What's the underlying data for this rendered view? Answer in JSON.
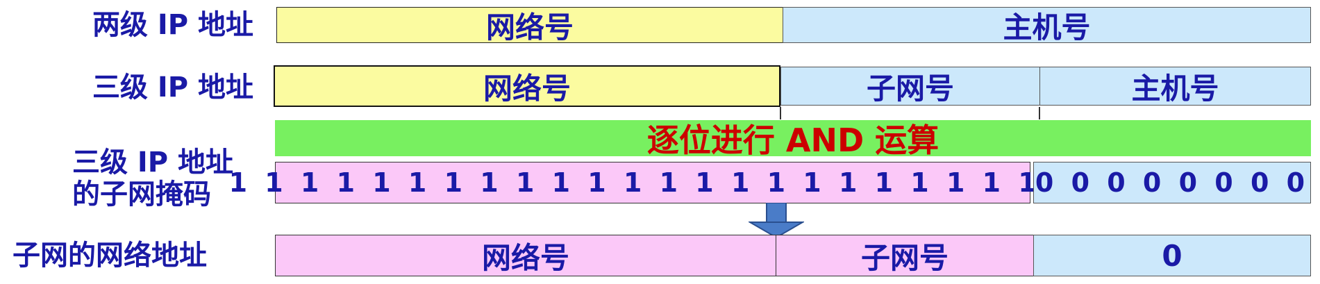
{
  "rows": {
    "two_level": {
      "label": "两级 IP 地址",
      "network": "网络号",
      "host": "主机号"
    },
    "three_level": {
      "label": "三级 IP 地址",
      "network": "网络号",
      "subnet": "子网号",
      "host": "主机号"
    },
    "and_operation": {
      "text": "逐位进行 AND 运算"
    },
    "subnet_mask": {
      "label_line1": "三级 IP 地址",
      "label_line2": "的子网掩码",
      "ones": "1 1 1 1 1 1 1 1 1 1 1 1 1 1 1 1  1 1 1 1 1 1 1 1",
      "zeros": "0 0 0 0 0 0 0 0"
    },
    "subnet_address": {
      "label": "子网的网络地址",
      "network": "网络号",
      "subnet": "子网号",
      "host": "0"
    }
  },
  "colors": {
    "label_text": "#1a1aa6",
    "network_fill": "#fbfba0",
    "host_fill": "#cce8fb",
    "mask_fill": "#fbc8f8",
    "and_bar_fill": "#78f060",
    "and_text": "#cc0000",
    "arrow": "#4a7cc8"
  }
}
